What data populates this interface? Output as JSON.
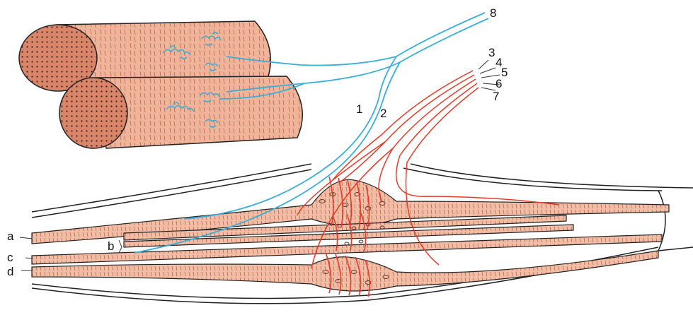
{
  "labels": {
    "n1": "1",
    "n2": "2",
    "n3": "3",
    "n4": "4",
    "n5": "5",
    "n6": "6",
    "n7": "7",
    "n8": "8",
    "a": "a",
    "b": "b",
    "c": "c",
    "d": "d"
  },
  "colors": {
    "muscle_fill": "#f0b49a",
    "muscle_dark": "#d98a6c",
    "muscle_end": "#d57a5e",
    "spindle_fill": "#f6c7b1",
    "blue_nerve": "#3aaed8",
    "red_nerve": "#e53a2a",
    "outline": "#222222"
  }
}
